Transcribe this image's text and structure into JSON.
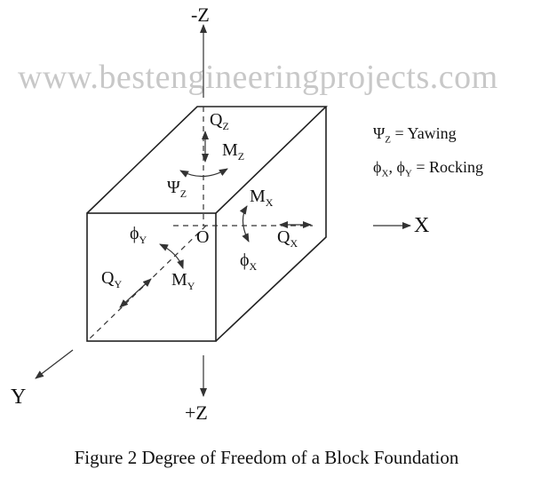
{
  "axes": {
    "neg_z": "-Z",
    "pos_z": "+Z",
    "x": "X",
    "y": "Y",
    "origin": "O"
  },
  "labels": {
    "qz": "Q",
    "qz_sub": "Z",
    "mz": "M",
    "mz_sub": "Z",
    "psiz": "Ψ",
    "psiz_sub": "Z",
    "mx": "M",
    "mx_sub": "X",
    "qx": "Q",
    "qx_sub": "X",
    "phix": "ϕ",
    "phix_sub": "X",
    "phiy": "ϕ",
    "phiy_sub": "Y",
    "qy": "Q",
    "qy_sub": "Y",
    "my": "M",
    "my_sub": "Y"
  },
  "legend": {
    "yawing_sym": "Ψ",
    "yawing_sub": "Z",
    "yawing_text": " = Yawing",
    "rock_sym1": "ϕ",
    "rock_sub1": "X",
    "rock_sep": ", ",
    "rock_sym2": "ϕ",
    "rock_sub2": "Y",
    "rock_text": " = Rocking"
  },
  "watermark": "www.bestengineeringprojects.com",
  "caption": "Figure 2 Degree of Freedom of a Block Foundation"
}
